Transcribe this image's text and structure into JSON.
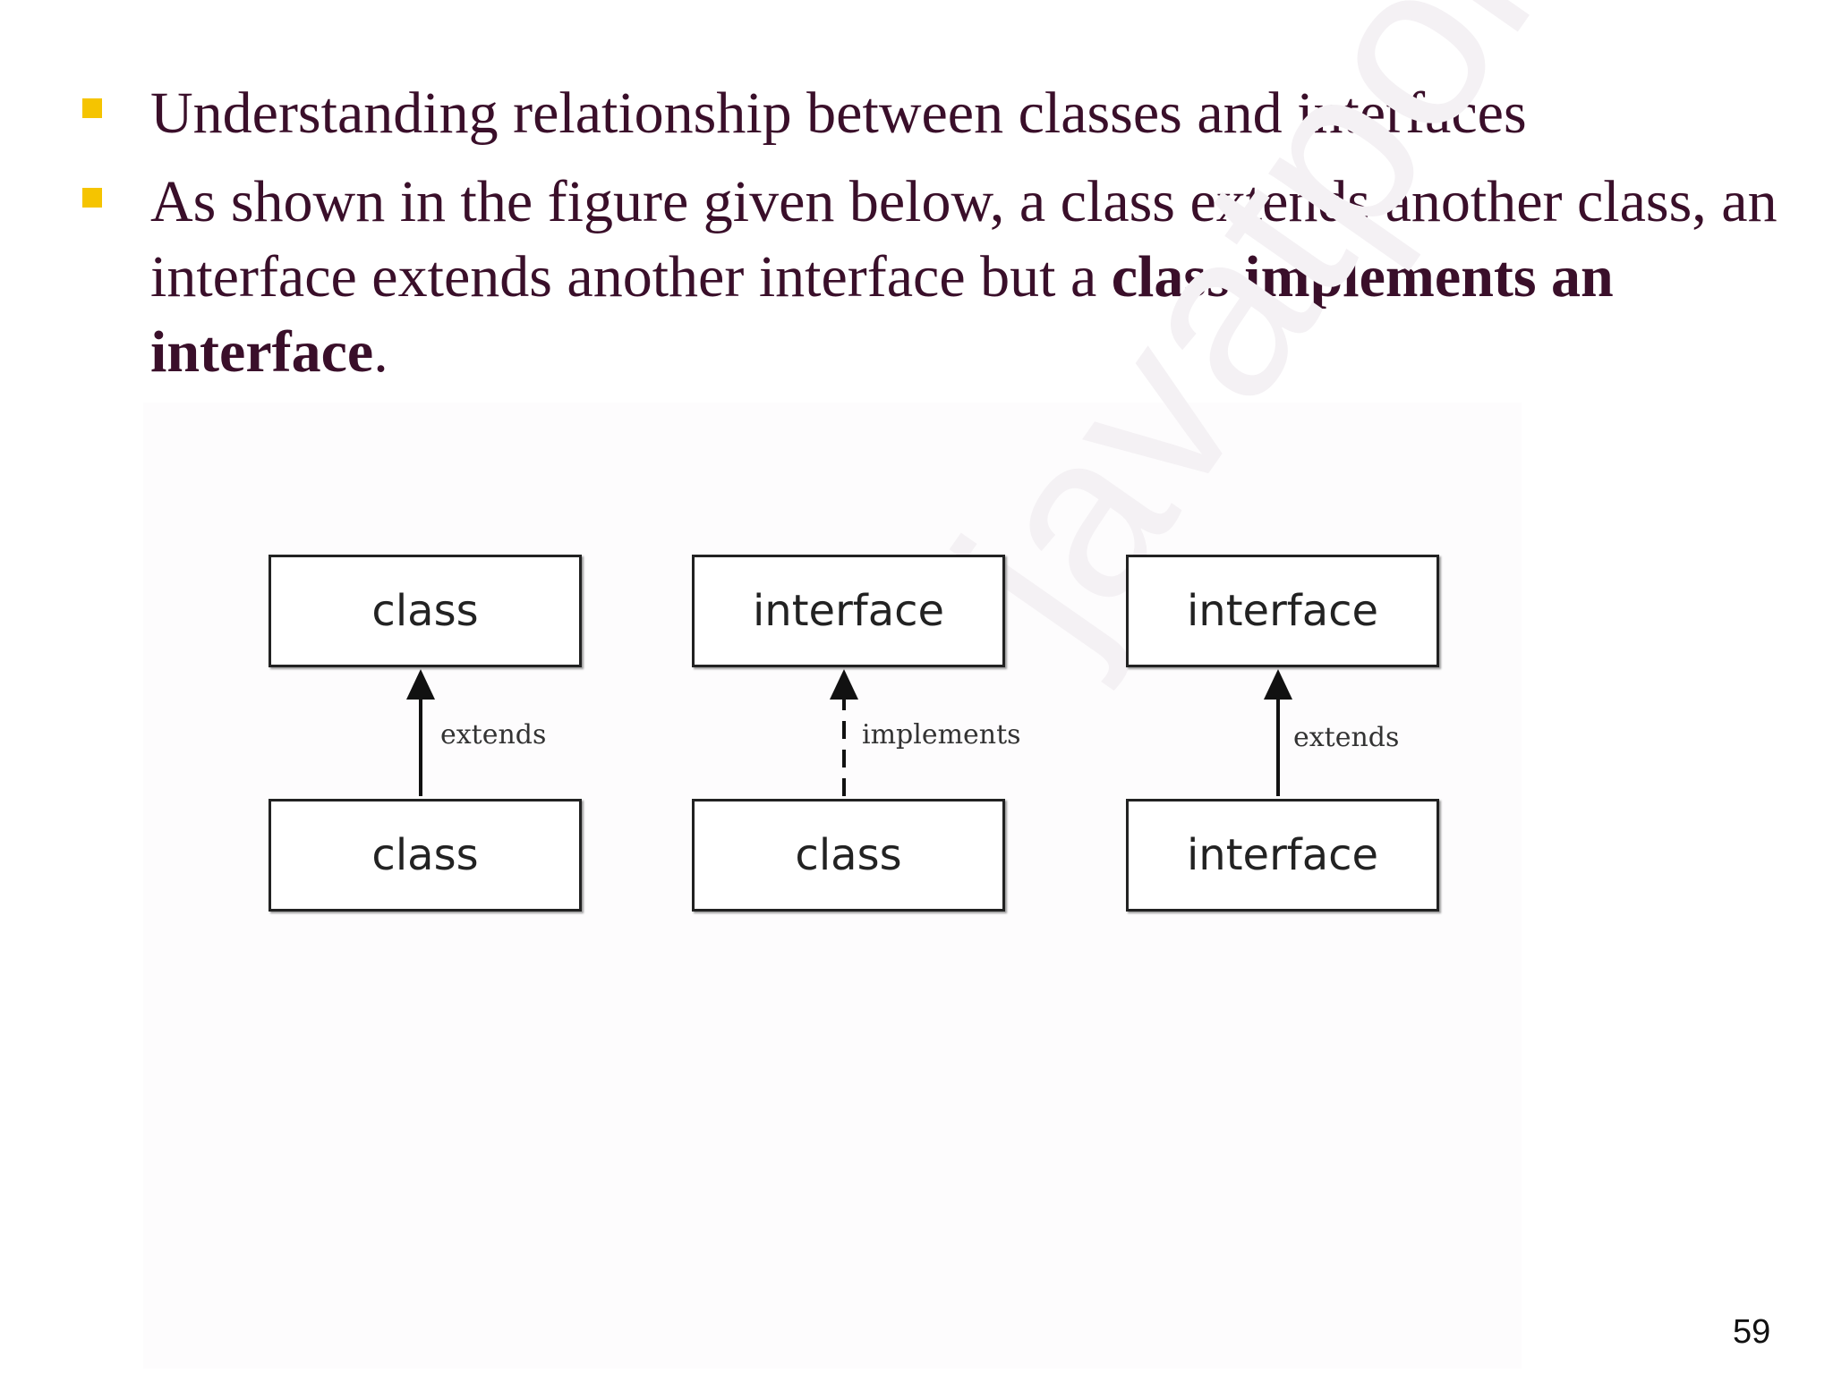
{
  "bullets": [
    {
      "text": "Understanding relationship between classes and interfaces"
    },
    {
      "text_before": "As shown in the figure given below, a class extends another class, an interface extends another interface but a ",
      "bold_text": "class implements an interface",
      "text_after": "."
    }
  ],
  "diagram": {
    "pairs": [
      {
        "top": "class",
        "bottom": "class",
        "relation": "extends"
      },
      {
        "top": "interface",
        "bottom": "class",
        "relation": "implements"
      },
      {
        "top": "interface",
        "bottom": "interface",
        "relation": "extends"
      }
    ],
    "watermark": "javatpoint"
  },
  "page_number": "59",
  "colors": {
    "bullet_marker": "#f5c400",
    "text": "#3a0f2a"
  }
}
